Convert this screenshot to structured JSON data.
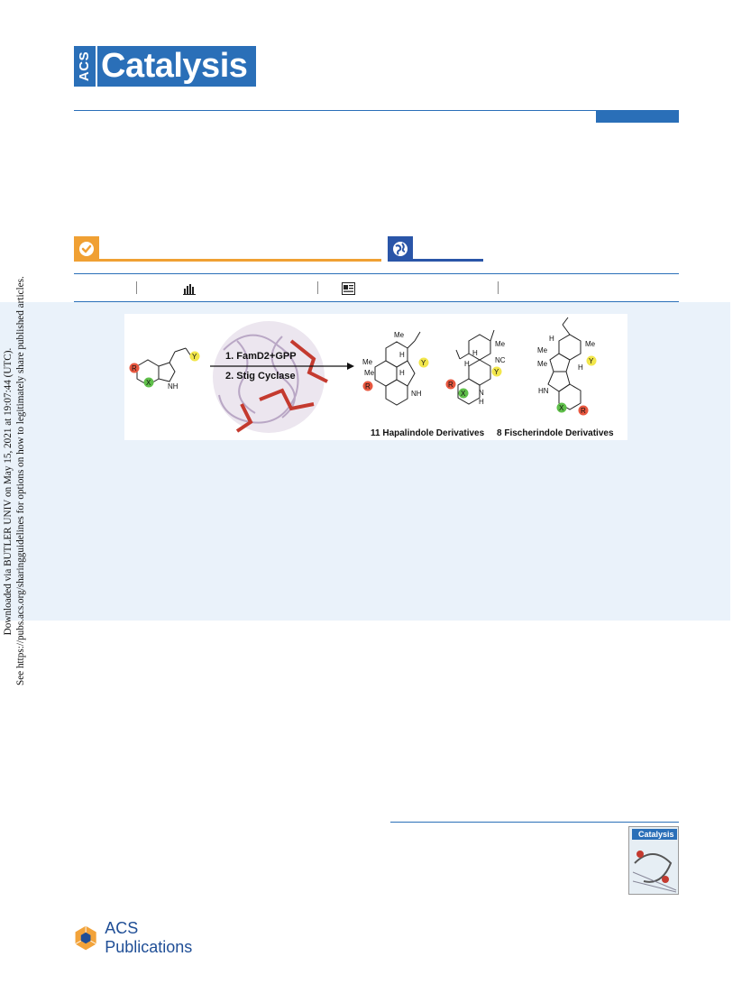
{
  "journal": {
    "acs": "ACS",
    "name": "Catalysis"
  },
  "side_note": {
    "line1": "Downloaded via BUTLER UNIV on May 15, 2021 at 19:07:44 (UTC).",
    "line2": "See https://pubs.acs.org/sharingguidelines for options on how to legitimately share published articles."
  },
  "toc": {
    "step1": "1. FamD2+GPP",
    "step2": "2. Stig Cyclase",
    "caption_left": "11 Hapalindole Derivatives",
    "caption_right": "8 Fischerindole Derivatives",
    "substituents": {
      "r": "R",
      "x": "X",
      "y": "Y"
    },
    "atom_labels": {
      "nh": "NH",
      "n": "N",
      "h": "H",
      "me": "Me",
      "nc": "NC",
      "hn": "HN"
    }
  },
  "cover": {
    "title": "Catalysis"
  },
  "publisher": {
    "name": "ACS Publications"
  },
  "colors": {
    "brand_blue": "#2a6fb8",
    "editors_choice_orange": "#f0a033",
    "open_access_blue": "#2a55a8",
    "abstract_bg": "#eaf2fa",
    "sub_red": "#e8573f",
    "sub_green": "#5fbf4a",
    "sub_yellow": "#f2e64b"
  },
  "icons": [
    "check-icon",
    "globe-icon",
    "bar-chart-icon",
    "article-icon",
    "acs-hexagon-icon"
  ]
}
